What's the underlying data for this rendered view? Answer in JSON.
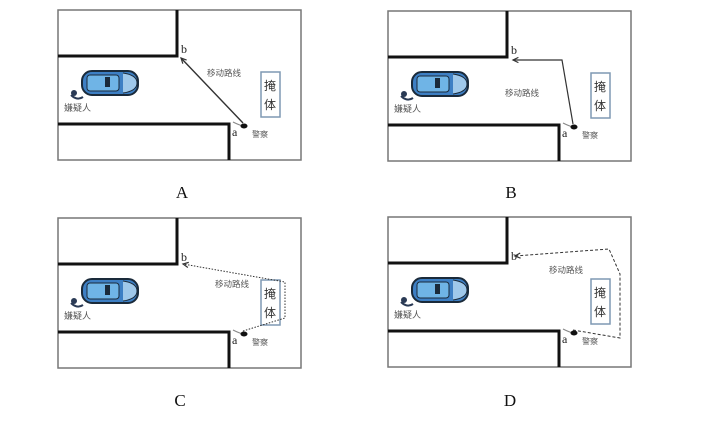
{
  "figure": {
    "description": "Four alternative police movement routes from point a to point b around a cover",
    "colors": {
      "wall": "#111111",
      "border": "#777777",
      "cover_border": "#7f99b3",
      "route": "#333333",
      "car_body": "#3d7fc4",
      "car_dark": "#1a2a3a",
      "text": "#555555"
    }
  },
  "panels": [
    {
      "option": "A",
      "route_style": "solid-direct",
      "labels": {
        "suspect": "嫌疑人",
        "route": "移动路线",
        "cover_line1": "掩",
        "cover_line2": "体",
        "point_a": "a",
        "point_b": "b",
        "police": "警察"
      }
    },
    {
      "option": "B",
      "route_style": "solid-up-then-left",
      "labels": {
        "suspect": "嫌疑人",
        "route": "移动路线",
        "cover_line1": "掩",
        "cover_line2": "体",
        "point_a": "a",
        "point_b": "b",
        "police": "警察"
      }
    },
    {
      "option": "C",
      "route_style": "dotted-via-cover-front",
      "labels": {
        "suspect": "嫌疑人",
        "route": "移动路线",
        "cover_line1": "掩",
        "cover_line2": "体",
        "point_a": "a",
        "point_b": "b",
        "police": "警察"
      }
    },
    {
      "option": "D",
      "route_style": "dashed-behind-cover",
      "labels": {
        "suspect": "嫌疑人",
        "route": "移动路线",
        "cover_line1": "掩",
        "cover_line2": "体",
        "point_a": "a",
        "point_b": "b",
        "police": "警察"
      }
    }
  ]
}
